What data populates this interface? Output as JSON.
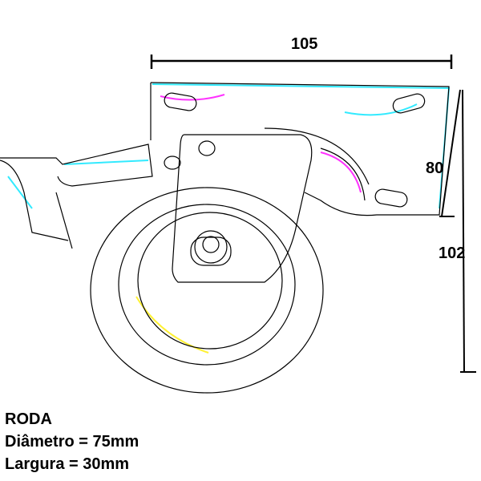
{
  "dimensions": {
    "width": "105",
    "plate_height": "80",
    "total_height": "102"
  },
  "specs": {
    "title": "RODA",
    "diameter": "Diâmetro = 75mm",
    "width": "Largura = 30mm"
  },
  "colors": {
    "line": "#000000",
    "accent_cyan": "#00e5ff",
    "accent_magenta": "#ff00ff",
    "accent_yellow": "#ffee00"
  }
}
